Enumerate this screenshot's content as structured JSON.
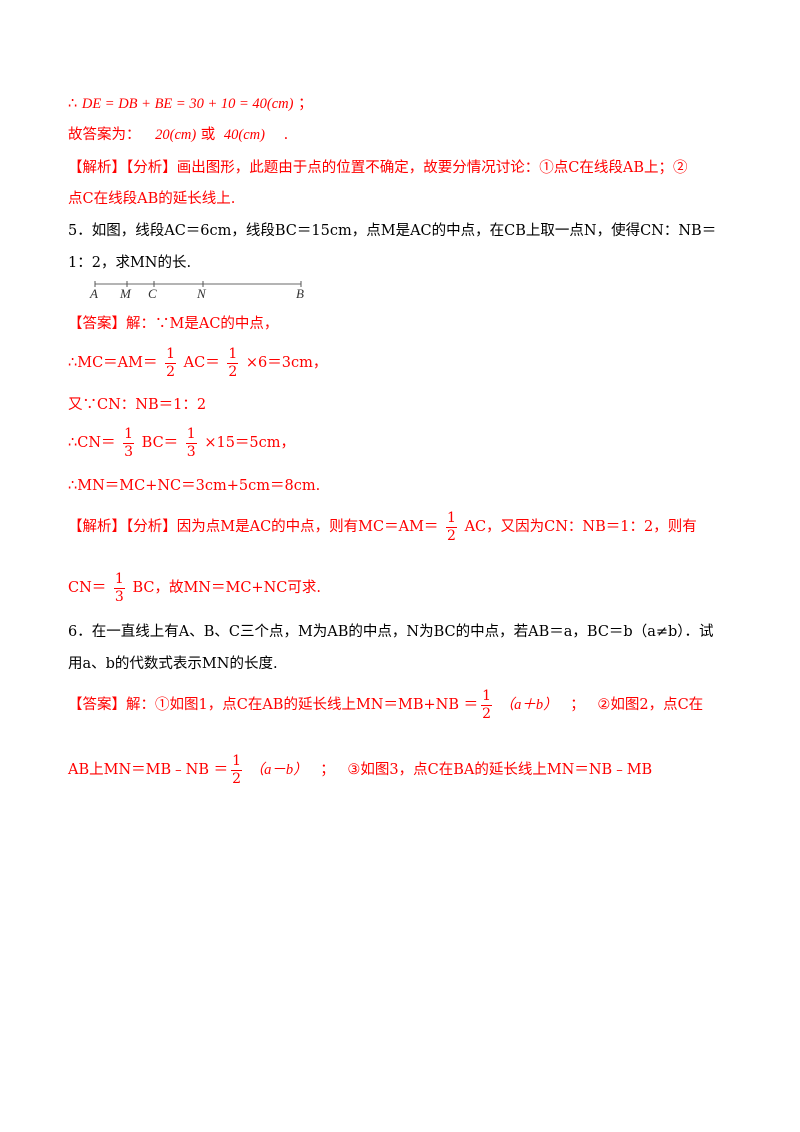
{
  "colors": {
    "answer_red": "#ff0000",
    "text": "#000000"
  },
  "l1": {
    "therefore": "∴",
    "expr": "DE = DB + BE = 30 + 10 = 40(cm)",
    "end": "；"
  },
  "l2": {
    "prefix": "故答案为：",
    "v1": "20(cm)",
    "or": "或",
    "v2": "40(cm)",
    "end": "."
  },
  "l3": {
    "tag1": "【解析】",
    "tag2": "【分析】",
    "text": "画出图形，此题由于点的位置不确定，故要分情况讨论：①点C在线段AB上；②"
  },
  "l4": {
    "text": "点C在线段AB的延长线上."
  },
  "q5": {
    "line1": "5．如图，线段AC＝6cm，线段BC＝15cm，点M是AC的中点，在CB上取一点N，使得CN：NB＝",
    "line2": "1：2，求MN的长.",
    "figure": {
      "labels": [
        "A",
        "M",
        "C",
        "N",
        "B"
      ]
    },
    "ans_tag": "【答案】",
    "ans_l1": "解：∵M是AC的中点，",
    "ans_l2a": "∴MC＝AM＝",
    "ans_l2b": "AC＝",
    "ans_l2c": "×6＝3cm，",
    "frac_half": {
      "num": "1",
      "den": "2"
    },
    "ans_l3": "又∵CN：NB＝1：2",
    "ans_l4a": "∴CN＝",
    "ans_l4b": "BC＝",
    "ans_l4c": "×15＝5cm，",
    "frac_third": {
      "num": "1",
      "den": "3"
    },
    "ans_l5": "∴MN＝MC+NC＝3cm+5cm＝8cm.",
    "ana_tag1": "【解析】",
    "ana_tag2": "【分析】",
    "ana_a": "因为点M是AC的中点，则有MC＝AM＝",
    "ana_b": "AC，又因为CN：NB＝1：2，则有",
    "ana_c": "CN＝",
    "ana_d": "BC，故MN＝MC+NC可求."
  },
  "q6": {
    "line1": "6．在一直线上有A、B、C三个点，M为AB的中点，N为BC的中点，若AB＝a，BC＝b（a≠b）．试",
    "line2": "用a、b的代数式表示MN的长度.",
    "ans_tag": "【答案】",
    "ans_a": "解：①如图1，点C在AB的延长线上MN＝MB+NB",
    "eq": "＝",
    "paren1": "（a＋b）",
    "sep1": "；",
    "ans_b": "②如图2，点C在",
    "ans_c": "AB上MN＝MB﹣NB",
    "paren2": "（a－b）",
    "sep2": "；",
    "ans_d": "③如图3，点C在BA的延长线上MN＝NB﹣MB"
  }
}
